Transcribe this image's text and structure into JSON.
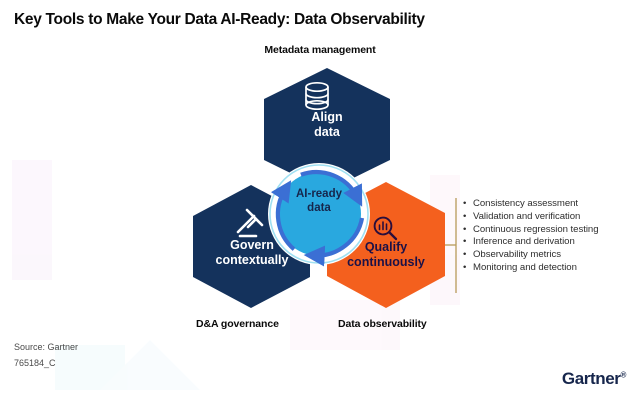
{
  "title": "Key Tools to Make Your Data AI-Ready: Data Observability",
  "diagram": {
    "top_label": "Metadata management",
    "center": {
      "line1": "AI-ready",
      "line2": "data",
      "fill_color": "#29A8DF",
      "ring_color": "#FFFFFF",
      "arrow_color": "#3B6FD4",
      "text_color": "#16264C"
    },
    "hexagons": [
      {
        "id": "align",
        "icon": "database-icon",
        "line1": "Align",
        "line2": "data",
        "fill_color": "#14325C",
        "text_color": "#FFFFFF",
        "caption": "Metadata management"
      },
      {
        "id": "govern",
        "icon": "gavel-icon",
        "line1": "Govern",
        "line2": "contextually",
        "fill_color": "#14325C",
        "text_color": "#FFFFFF",
        "caption": "D&A governance"
      },
      {
        "id": "qualify",
        "icon": "magnifier-chart-icon",
        "line1": "Qualify",
        "line2": "continuously",
        "fill_color": "#F4601E",
        "text_color": "#1B1147",
        "caption": "Data observability"
      }
    ],
    "captions": {
      "governance": "D&A governance",
      "observability": "Data observability"
    },
    "connector_color": "#B89A5A"
  },
  "bullets": [
    "Consistency assessment",
    "Validation and verification",
    "Continuous regression testing",
    "Inference and derivation",
    "Observability metrics",
    "Monitoring and detection"
  ],
  "footer": {
    "source": "Source: Gartner",
    "doc_id": "765184_C",
    "logo": "Gartner",
    "logo_mark": "®"
  }
}
